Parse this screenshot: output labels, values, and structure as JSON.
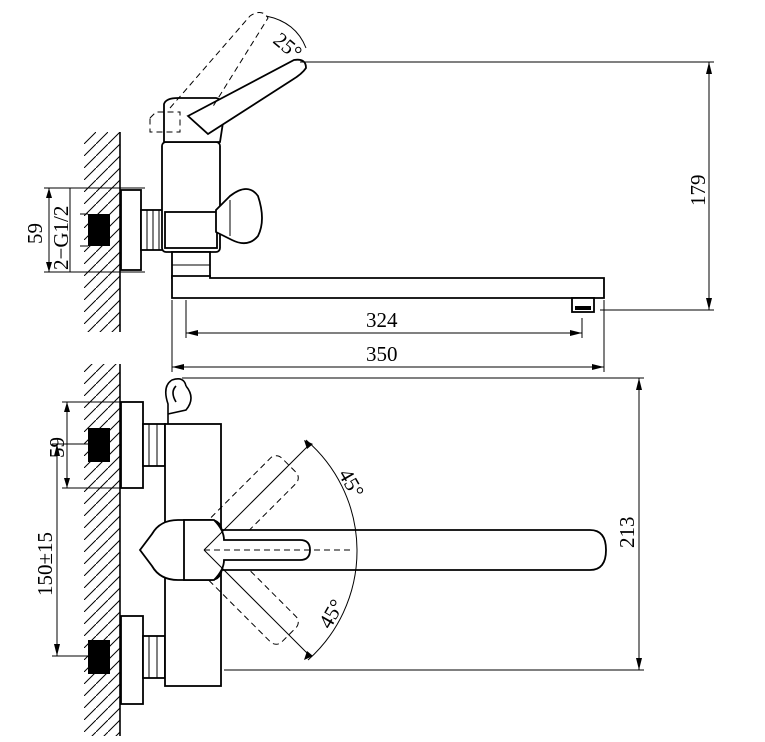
{
  "side_view": {
    "angle_label": "25°",
    "height_label": "179",
    "length_inner_label": "324",
    "length_outer_label": "350",
    "thread_label": "2−G1/2",
    "connection_label": "59"
  },
  "front_view": {
    "connection_label": "59",
    "spacing_label": "150±15",
    "height_label": "213",
    "angle_upper_label": "45°",
    "angle_lower_label": "45°"
  },
  "colors": {
    "line": "#000000",
    "background": "#ffffff"
  }
}
